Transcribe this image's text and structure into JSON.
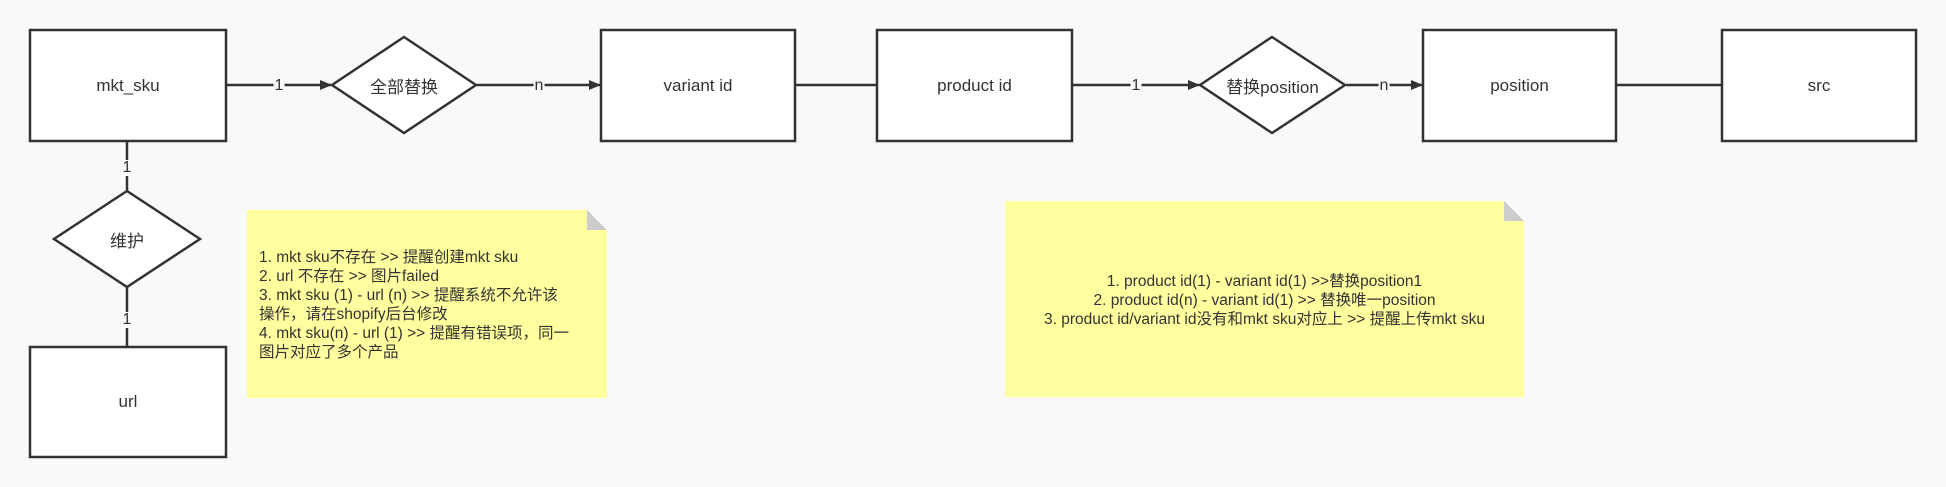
{
  "diagram": {
    "type": "er-diagram",
    "colors": {
      "background": "#f9f9f9",
      "stroke": "#333333",
      "entity_fill": "#ffffff",
      "note_fill": "#ffff9f",
      "note_fold": "#cccccc"
    },
    "entities": {
      "mkt_sku": "mkt_sku",
      "variant_id": "variant id",
      "product_id": "product id",
      "position": "position",
      "src": "src",
      "url": "url"
    },
    "relationships": {
      "replace_all": "全部替换",
      "replace_position": "替换position",
      "maintain": "维护"
    },
    "edges": {
      "mkt_sku_to_replace_all": "1",
      "replace_all_to_variant_id": "n",
      "product_id_to_replace_position": "1",
      "replace_position_to_position": "n",
      "mkt_sku_to_maintain": "1",
      "maintain_to_url": "1"
    },
    "notes": {
      "left": {
        "lines": [
          "1. mkt sku不存在 >>  提醒创建mkt sku",
          "2. url 不存在 >> 图片failed",
          "3. mkt sku (1)  - url (n) >> 提醒系统不允许该",
          "操作，请在shopify后台修改",
          "4. mkt sku(n) - url (1) >> 提醒有错误项，同一",
          "图片对应了多个产品"
        ]
      },
      "right": {
        "lines": [
          "1. product id(1) - variant id(1) >>替换position1",
          "2. product id(n) - variant id(1)  >> 替换唯一position",
          "3. product id/variant id没有和mkt sku对应上 >> 提醒上传mkt sku"
        ]
      }
    }
  }
}
